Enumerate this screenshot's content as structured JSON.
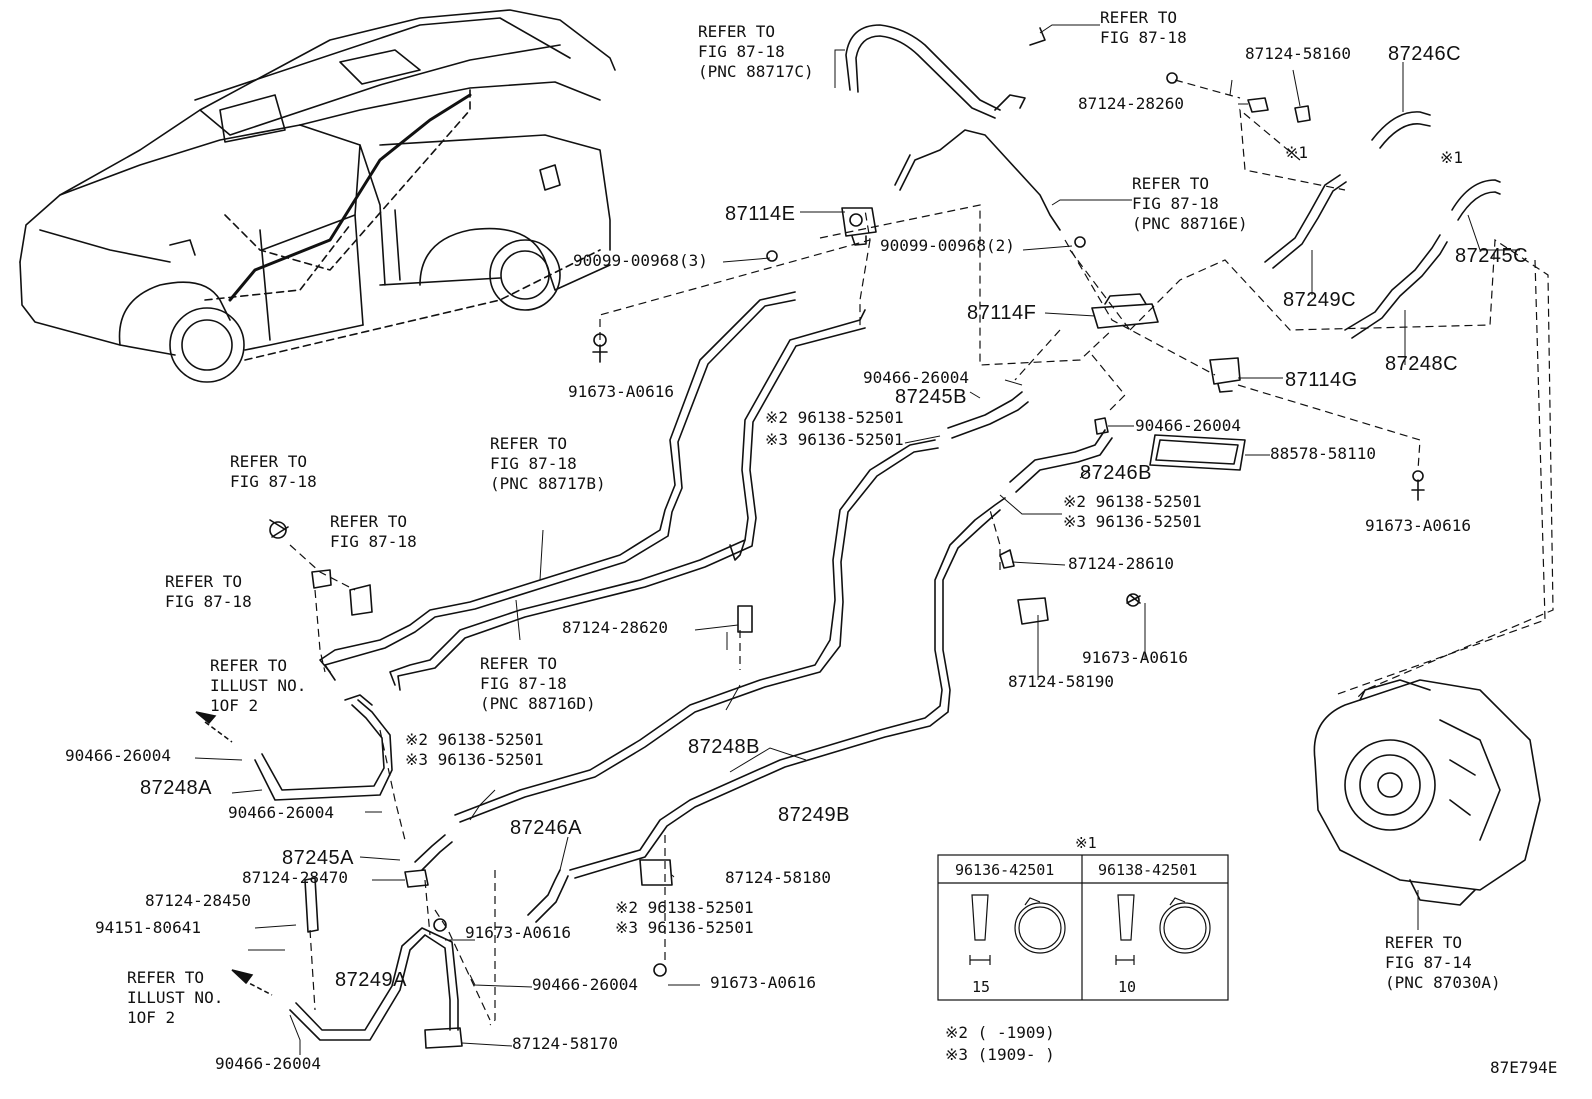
{
  "ref_fig_87_18": "REFER TO\nFIG 87-18",
  "ref_88717C": "REFER TO\nFIG 87-18\n(PNC 88717C)",
  "ref_88716E": "REFER TO\nFIG 87-18\n(PNC 88716E)",
  "ref_88717B": "REFER TO\nFIG 87-18\n(PNC 88717B)",
  "ref_88716D": "REFER TO\nFIG 87-18\n(PNC 88716D)",
  "ref_87030A": "REFER TO\nFIG 87-14\n(PNC 87030A)",
  "ref_illust": "REFER TO\nILLUST NO.\n1OF 2",
  "note_marker_1": "※1",
  "note_2": "※2 (     -1909)",
  "note_3": "※3 (1909-     )",
  "figure_code": "87E794E",
  "clamp_table": {
    "header": "※1",
    "col_a": "96136-42501",
    "col_b": "96138-42501",
    "dim_a": "15",
    "dim_b": "10"
  },
  "parts": {
    "p87246C": "87246C",
    "p87245C": "87245C",
    "p87249C": "87249C",
    "p87248C": "87248C",
    "p87114E": "87114E",
    "p87114F": "87114F",
    "p87114G": "87114G",
    "p87245B": "87245B",
    "p87246B": "87246B",
    "p87248A": "87248A",
    "p87245A": "87245A",
    "p87246A": "87246A",
    "p87248B": "87248B",
    "p87249B": "87249B",
    "p87249A": "87249A",
    "n87124_58160": "87124-58160",
    "n87124_28260": "87124-28260",
    "n90099_00968_3": "90099-00968(3)",
    "n90099_00968_2": "90099-00968(2)",
    "n91673_A0616": "91673-A0616",
    "n90466_26004": "90466-26004",
    "n96138_52501": "※2 96138-52501",
    "n96136_52501": "※3 96136-52501",
    "n88578_58110": "88578-58110",
    "n87124_28610": "87124-28610",
    "n87124_28620": "87124-28620",
    "n87124_58190": "87124-58190",
    "n87124_28470": "87124-28470",
    "n87124_28450": "87124-28450",
    "n94151_80641": "94151-80641",
    "n87124_58180": "87124-58180",
    "n87124_58170": "87124-58170"
  }
}
